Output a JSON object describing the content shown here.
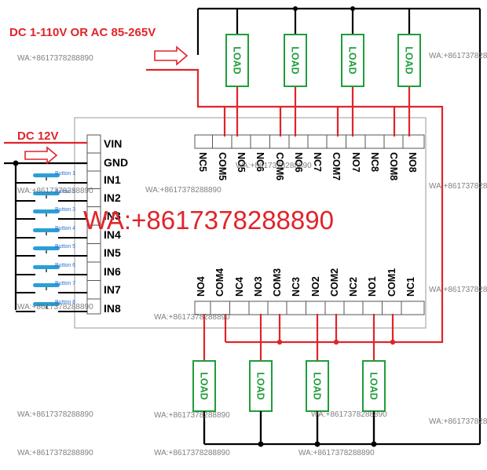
{
  "supply_label": "DC 1-110V OR AC 85-265V",
  "dc_label": "DC 12V",
  "input_pins": [
    "VIN",
    "GND",
    "IN1",
    "IN2",
    "IN3",
    "IN4",
    "IN5",
    "IN6",
    "IN7",
    "IN8"
  ],
  "buttons": [
    "Button 1",
    "Button 2",
    "Button 3",
    "Button 4",
    "Button 5",
    "Button 6",
    "Button 7",
    "Button 8"
  ],
  "top_terminals": [
    "NC5",
    "COM5",
    "NO5",
    "NC6",
    "COM6",
    "NO6",
    "NC7",
    "COM7",
    "NO7",
    "NC8",
    "COM8",
    "NO8"
  ],
  "bottom_terminals": [
    "NO4",
    "COM4",
    "NC4",
    "NO3",
    "COM3",
    "NC3",
    "NO2",
    "COM2",
    "NC2",
    "NO1",
    "COM1",
    "NC1"
  ],
  "load_label": "LOAD",
  "watermark_big": "WA:+8617378288890",
  "watermark_small": "WA:+8617378288890",
  "colors": {
    "red": "#e0242a",
    "green": "#1f9d3b",
    "black": "#000000",
    "button_blue": "#2a9fd6"
  }
}
